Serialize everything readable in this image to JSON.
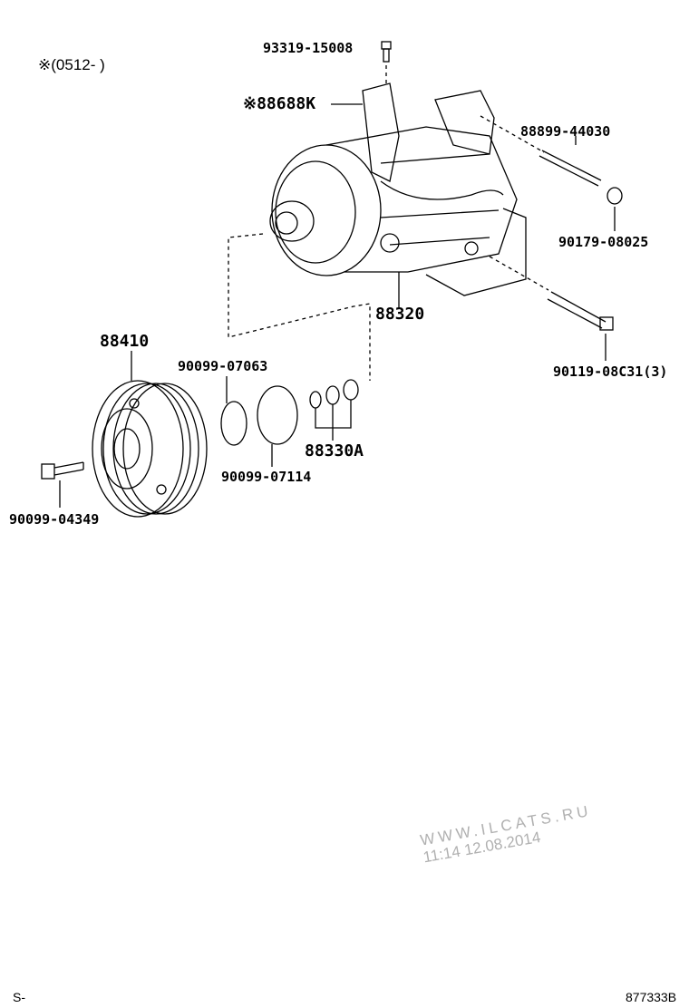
{
  "note": "※(0512-      )",
  "parts": {
    "p93319": "93319-15008",
    "p88688": "※88688K",
    "p88899": "88899-44030",
    "p90179": "90179-08025",
    "p88320": "88320",
    "p90119": "90119-08C31(3)",
    "p88410": "88410",
    "p90099a": "90099-07063",
    "p90099b": "90099-07114",
    "p88330": "88330A",
    "p90099c": "90099-04349"
  },
  "watermark": {
    "line1": "WWW.ILCATS.RU",
    "line2": "11:14 12.08.2014"
  },
  "footer": {
    "left": "S-",
    "right": "877333B"
  }
}
